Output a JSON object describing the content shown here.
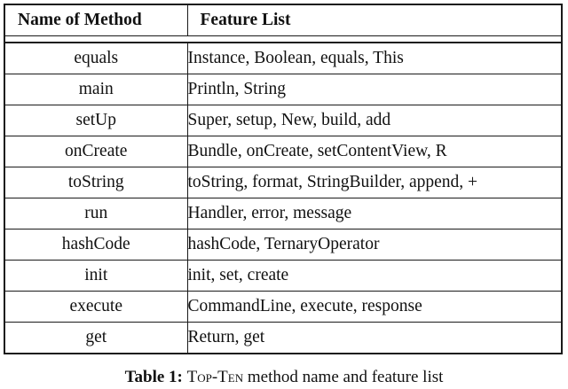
{
  "table": {
    "columns": [
      "Name of Method",
      "Feature List"
    ],
    "rows": [
      {
        "name": "equals",
        "features": "Instance, Boolean, equals, This"
      },
      {
        "name": "main",
        "features": "Println, String"
      },
      {
        "name": "setUp",
        "features": "Super, setup, New, build, add"
      },
      {
        "name": "onCreate",
        "features": "Bundle, onCreate, setContentView, R"
      },
      {
        "name": "toString",
        "features": "toString, format, StringBuilder, append, +"
      },
      {
        "name": "run",
        "features": "Handler, error, message"
      },
      {
        "name": "hashCode",
        "features": "hashCode, TernaryOperator"
      },
      {
        "name": "init",
        "features": "init, set, create"
      },
      {
        "name": "execute",
        "features": "CommandLine, execute, response"
      },
      {
        "name": "get",
        "features": "Return, get"
      }
    ]
  },
  "caption": {
    "label": "Table 1:",
    "smallcaps": "Top-Ten",
    "rest": "method name and feature list"
  }
}
